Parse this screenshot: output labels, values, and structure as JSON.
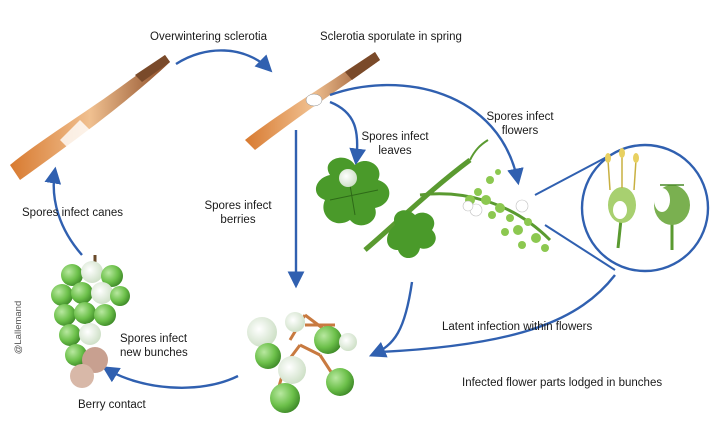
{
  "labels": {
    "overwintering": "Overwintering sclerotia",
    "sporulate": "Sclerotia sporulate in spring",
    "infect_leaves_1": "Spores infect",
    "infect_leaves_2": "leaves",
    "infect_flowers_1": "Spores infect",
    "infect_flowers_2": "flowers",
    "infect_berries_1": "Spores infect",
    "infect_berries_2": "berries",
    "infect_canes": "Spores infect canes",
    "infect_bunches_1": "Spores infect",
    "infect_bunches_2": "new bunches",
    "berry_contact": "Berry contact",
    "latent": "Latent infection within flowers",
    "lodged": "Infected flower parts lodged in bunches",
    "watermark": "@Lallemand"
  },
  "colors": {
    "arrow": "#3060b0",
    "cane_dark": "#7a4a2a",
    "cane_light": "#e8b07a",
    "leaf": "#4a9a2a",
    "berry": "#6cc04a",
    "mold": "#e8f0e0"
  }
}
